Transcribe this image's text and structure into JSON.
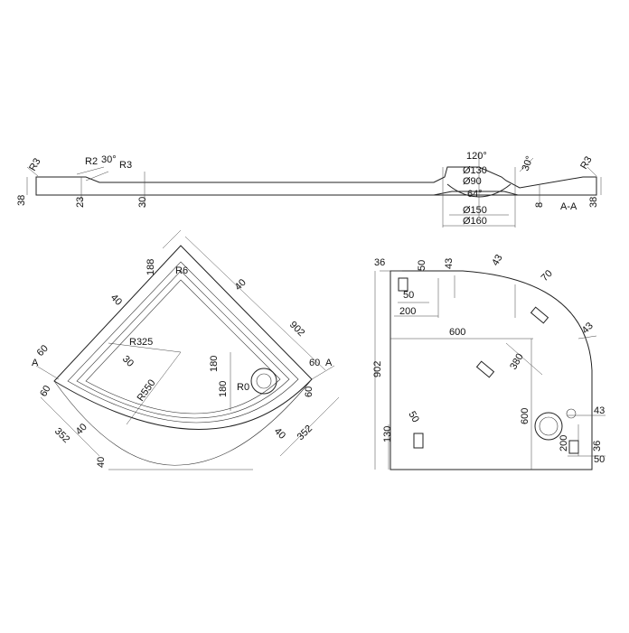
{
  "section": {
    "labels": {
      "r3_left": "R3",
      "r2": "R2",
      "angle_left": "30°",
      "r3_mid": "R3",
      "h38_left": "38",
      "h23": "23",
      "h30": "30",
      "angle_120": "120°",
      "d130": "Ø130",
      "d90": "Ø90",
      "angle_64": "64°",
      "d150": "Ø150",
      "d160": "Ø160",
      "angle_right": "30°",
      "h8": "8",
      "section_name": "A-A",
      "h38_right": "38",
      "r3_right": "R3"
    }
  },
  "plan_left": {
    "labels": {
      "d188": "188",
      "r6": "R6",
      "d40_top_left": "40",
      "d40_top_right": "40",
      "d902": "902",
      "r325": "R325",
      "d30": "30",
      "r550": "R550",
      "d180_a": "180",
      "d180_b": "180",
      "r0": "R0",
      "d60_right_a": "60",
      "d60_right_b": "60",
      "a_right": "A",
      "d60_left_a": "60",
      "d60_left_b": "60",
      "a_left": "A",
      "d352_left": "352",
      "d352_right": "352",
      "d40_low_left": "40",
      "d40_low_right": "40",
      "d40_bottom": "40"
    }
  },
  "plan_right": {
    "labels": {
      "d36_top": "36",
      "d50_top": "50",
      "d43_top": "43",
      "d43_tr": "43",
      "d70": "70",
      "d50_box": "50",
      "d200_top": "200",
      "d600_h": "600",
      "d43_right": "43",
      "d902_v": "902",
      "d380": "380",
      "d600_v": "600",
      "d50_lower": "50",
      "d130": "130",
      "d43_low": "43",
      "d50_low": "50",
      "d200_v": "200",
      "d36_low": "36"
    }
  }
}
